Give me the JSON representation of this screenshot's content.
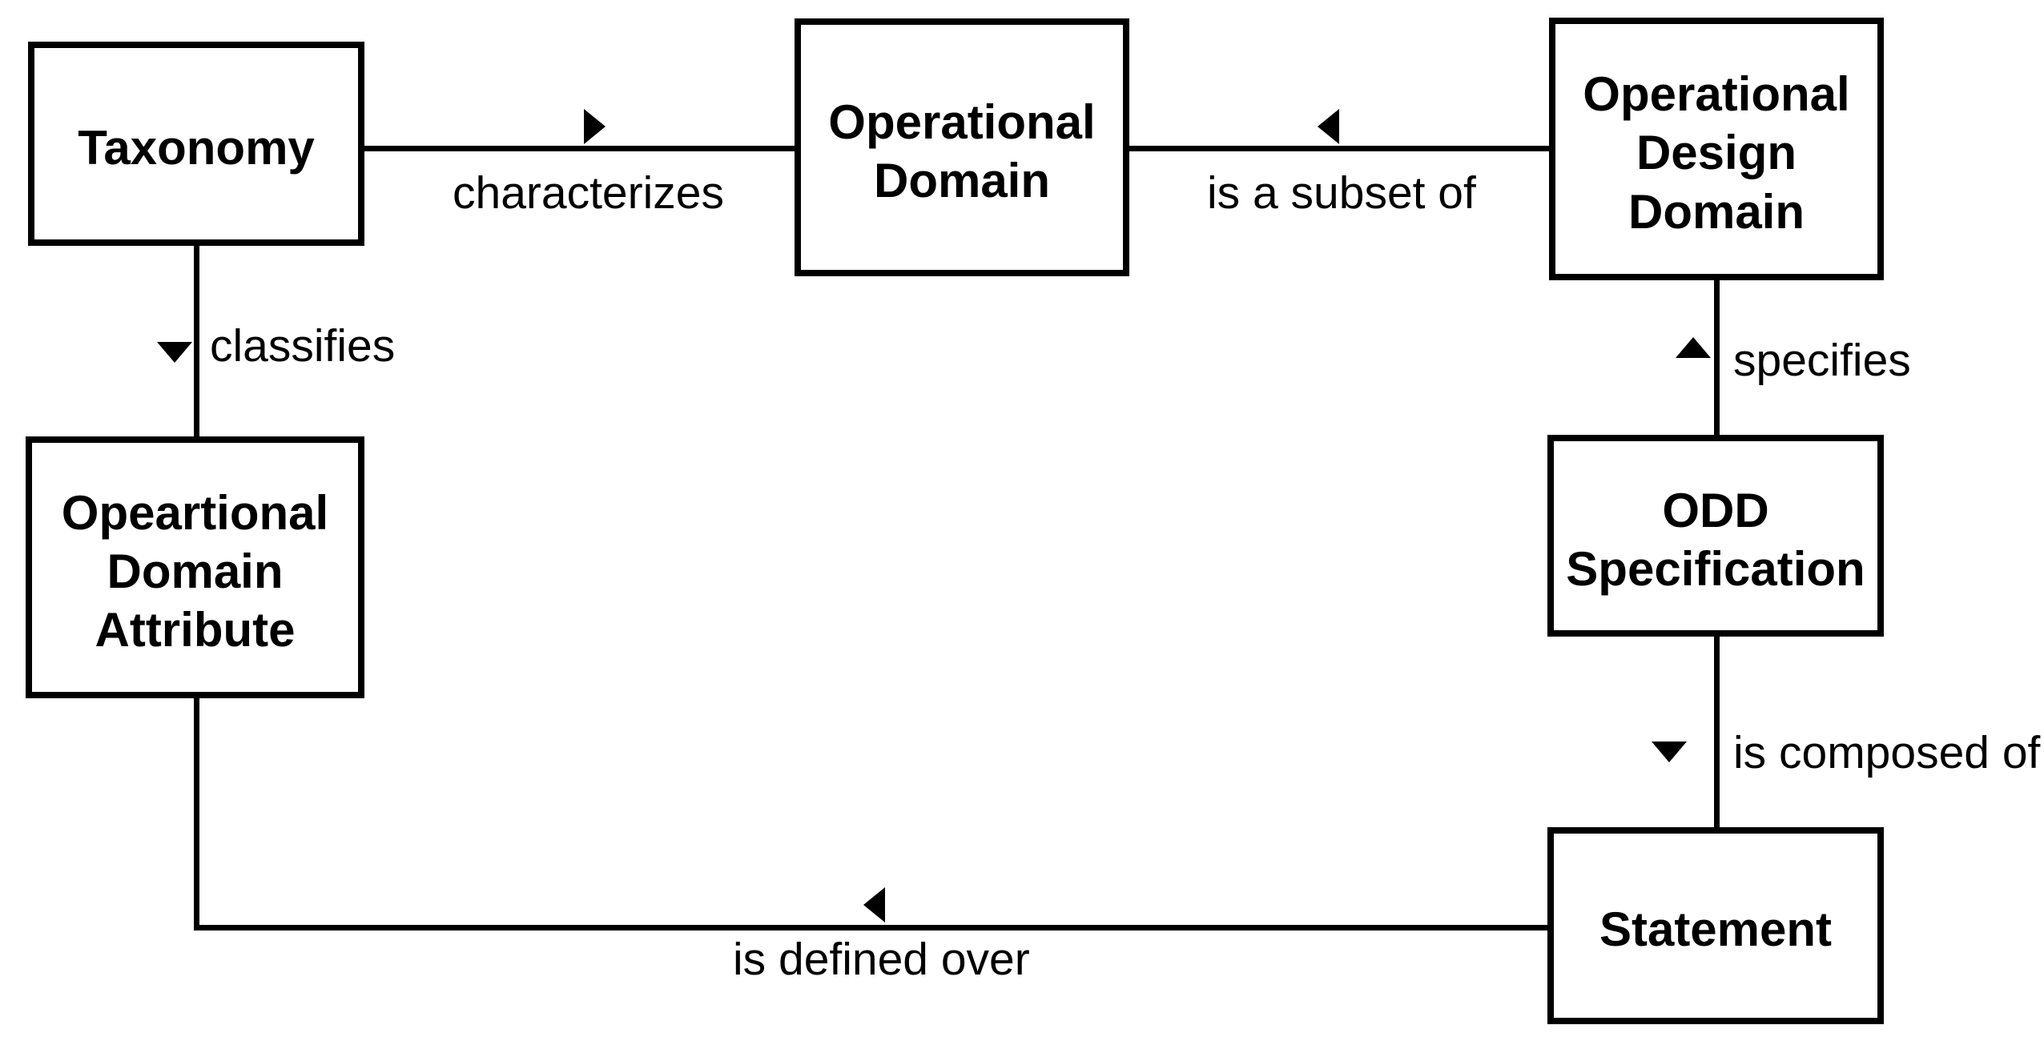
{
  "diagram": {
    "colors": {
      "background": "#ffffff",
      "stroke": "#000000",
      "text": "#000000"
    },
    "nodes": [
      {
        "id": "taxonomy",
        "label": "Taxonomy"
      },
      {
        "id": "operational-domain",
        "label": "Operational Domain"
      },
      {
        "id": "operational-design-domain",
        "label": "Operational Design Domain"
      },
      {
        "id": "operational-domain-attribute",
        "label": "Opeartional Domain Attribute"
      },
      {
        "id": "odd-specification",
        "label": "ODD Specification"
      },
      {
        "id": "statement",
        "label": "Statement"
      }
    ],
    "edges": [
      {
        "from": "Taxonomy",
        "to": "Operational Domain",
        "label": "characterizes",
        "arrow_direction": "right"
      },
      {
        "from": "Operational Design Domain",
        "to": "Operational Domain",
        "label": "is a subset of",
        "arrow_direction": "left"
      },
      {
        "from": "Taxonomy",
        "to": "Opeartional Domain Attribute",
        "label": "classifies",
        "arrow_direction": "down"
      },
      {
        "from": "ODD Specification",
        "to": "Operational Design Domain",
        "label": "specifies",
        "arrow_direction": "up"
      },
      {
        "from": "ODD Specification",
        "to": "Statement",
        "label": "is composed of",
        "arrow_direction": "down"
      },
      {
        "from": "Statement",
        "to": "Opeartional Domain Attribute",
        "label": "is defined over",
        "arrow_direction": "left"
      }
    ]
  }
}
